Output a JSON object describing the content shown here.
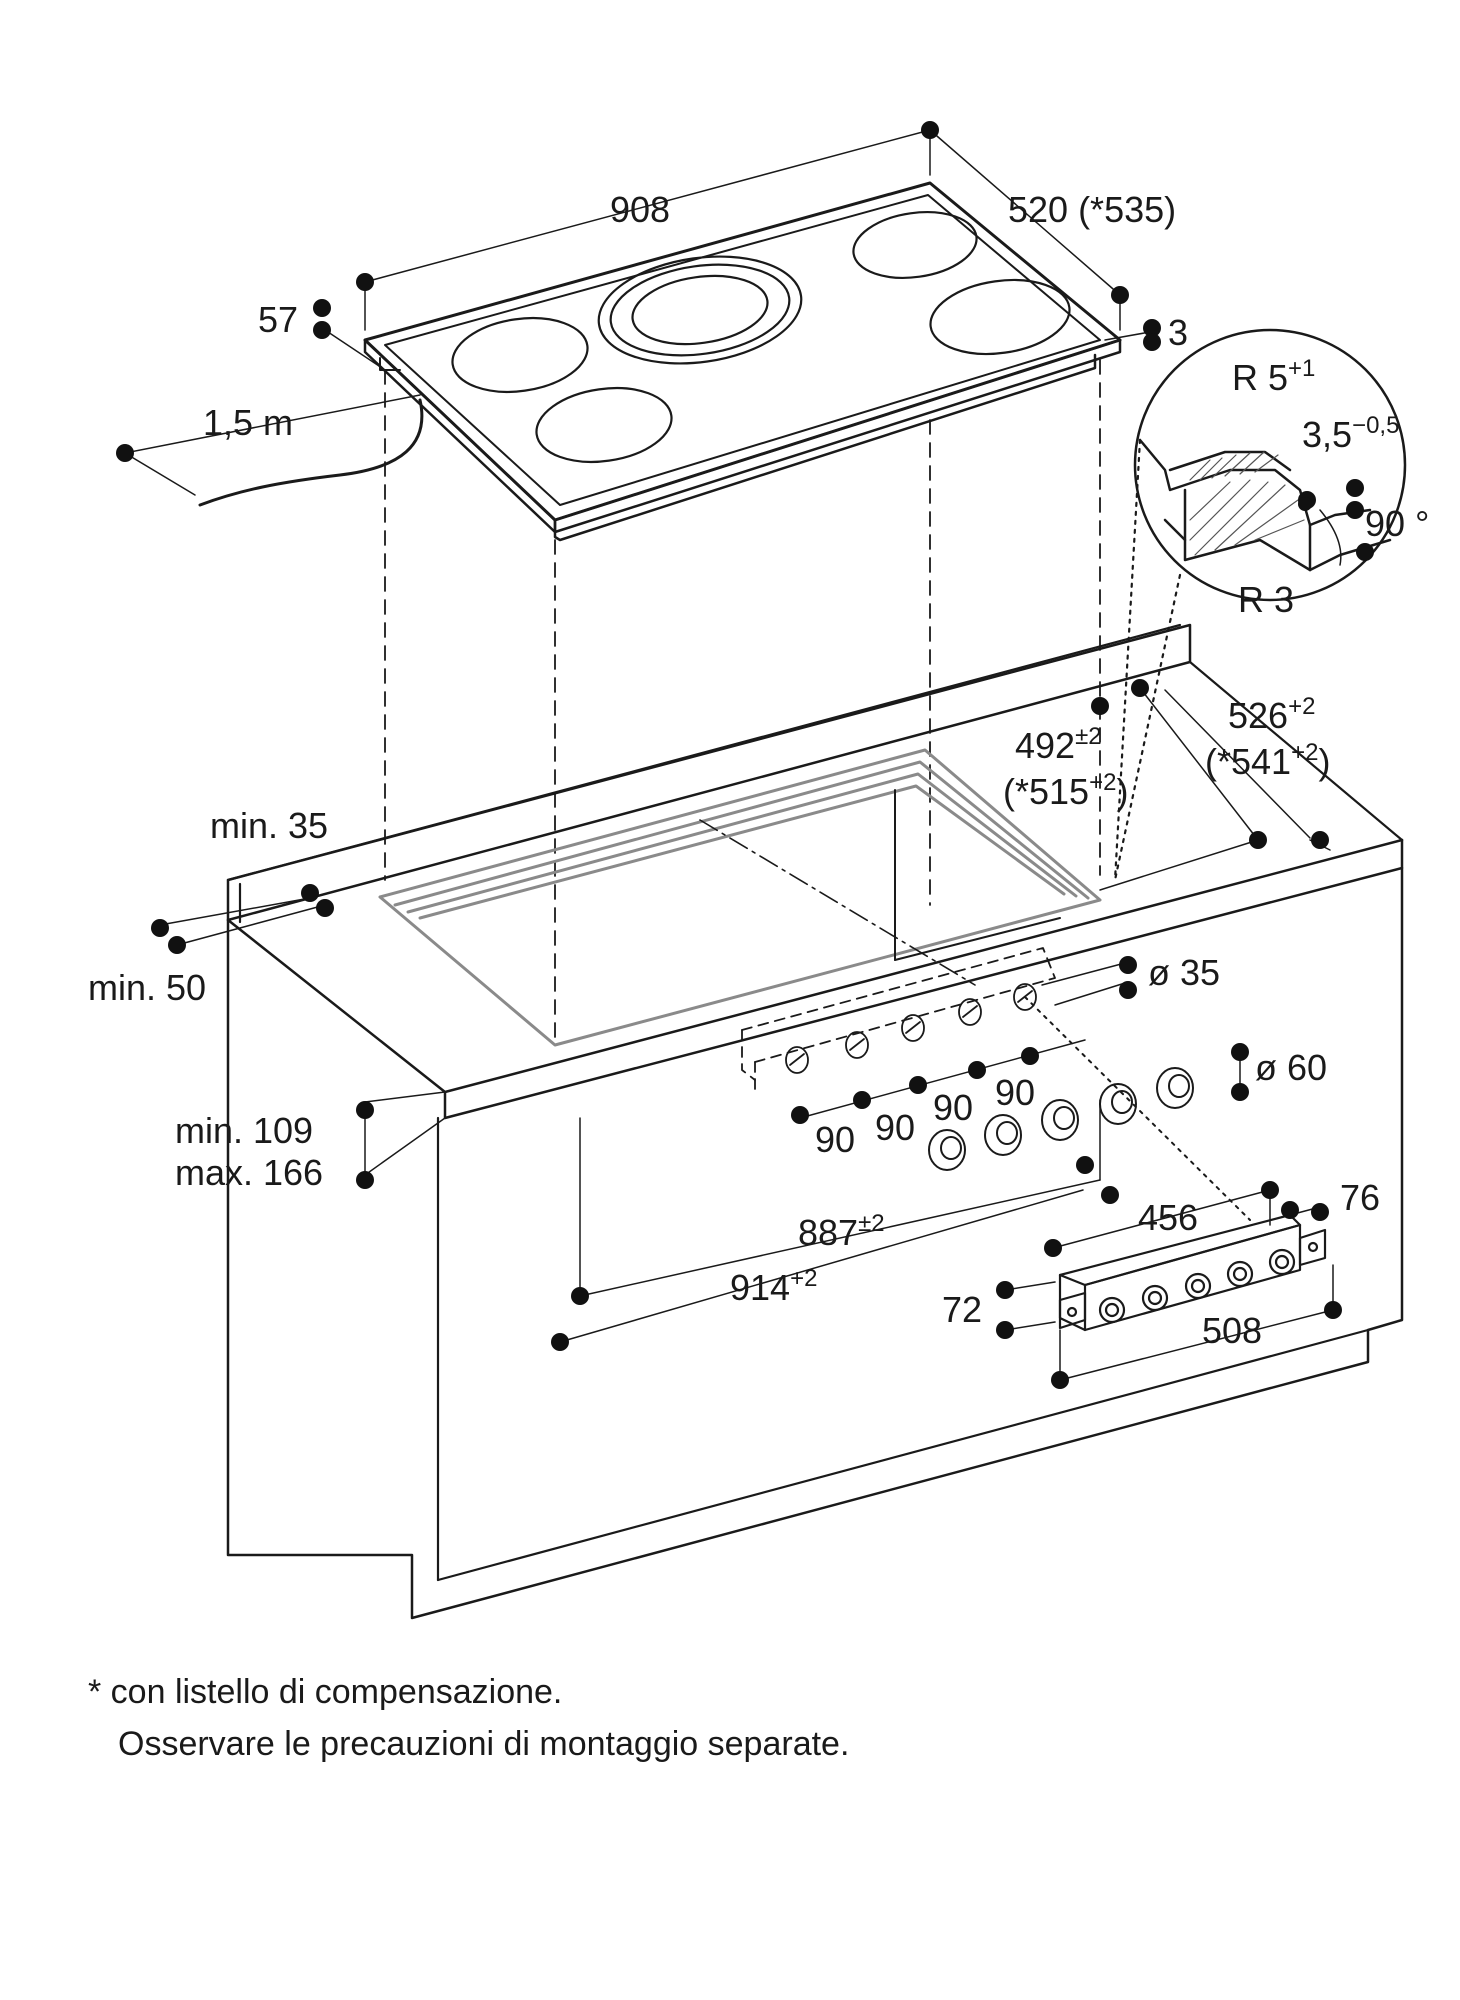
{
  "dimensions": {
    "hob_width": "908",
    "hob_depth": "520 (*535)",
    "hob_height": "57",
    "frame_thickness": "3",
    "cable_length": "1,5 m",
    "radius_top": "R 5",
    "radius_top_tol": "+1",
    "step_depth": "3,5",
    "step_depth_tol": "−0,5",
    "angle": "90 °",
    "radius_bottom": "R 3",
    "cutout_depth_outer": "526",
    "cutout_depth_outer_tol": "+2",
    "cutout_depth_outer_alt": "(*541",
    "cutout_depth_outer_alt_tol": "+2",
    "cutout_depth_outer_alt_close": ")",
    "cutout_depth_inner": "492",
    "cutout_depth_inner_tol": "±2",
    "cutout_depth_inner_alt": "(*515",
    "cutout_depth_inner_alt_tol": "+2",
    "cutout_depth_inner_alt_close": ")",
    "min_rear": "min. 35",
    "min_front": "min. 50",
    "front_min": "min. 109",
    "front_max": "max. 166",
    "knob_hole": "ø 35",
    "knob_diameter": "ø 60",
    "knob_spacing": [
      "90",
      "90",
      "90",
      "90"
    ],
    "cutout_width_inner": "887",
    "cutout_width_inner_tol": "±2",
    "cutout_width_outer": "914",
    "cutout_width_outer_tol": "+2",
    "panel_hole_width": "456",
    "panel_tab": "76",
    "panel_height": "72",
    "panel_width": "508"
  },
  "notes": {
    "line1": "* con listello di compensazione.",
    "line2": "Osservare le precauzioni di montaggio separate."
  }
}
